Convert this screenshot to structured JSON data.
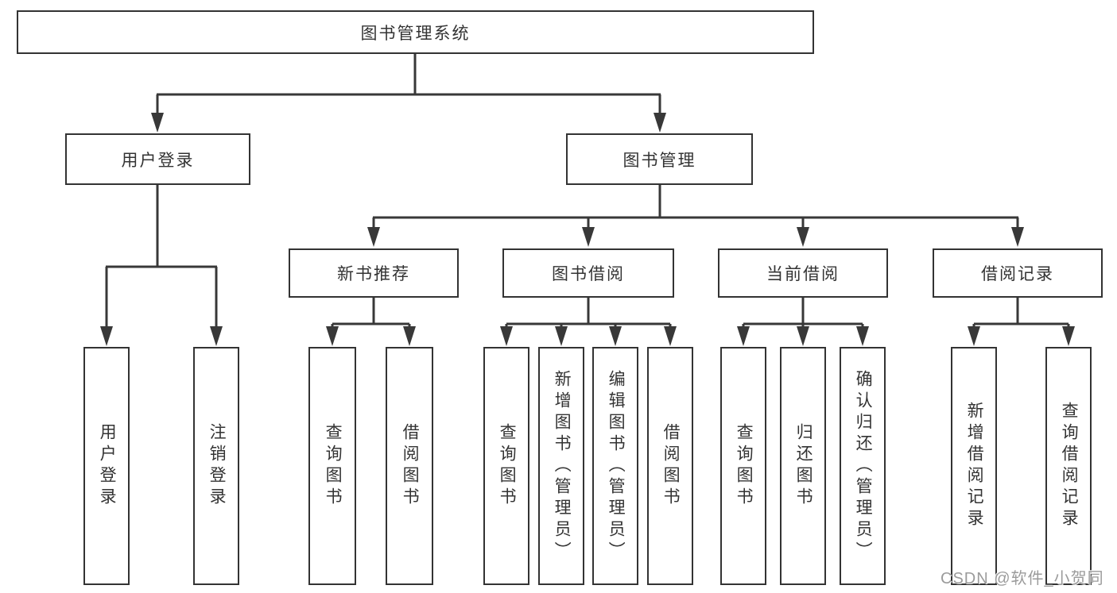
{
  "tree": {
    "label": "图书管理系统",
    "children": [
      {
        "label": "用户登录",
        "children": [
          {
            "label": "用户登录"
          },
          {
            "label": "注销登录"
          }
        ]
      },
      {
        "label": "图书管理",
        "children": [
          {
            "label": "新书推荐",
            "children": [
              {
                "label": "查询图书"
              },
              {
                "label": "借阅图书"
              }
            ]
          },
          {
            "label": "图书借阅",
            "children": [
              {
                "label": "查询图书"
              },
              {
                "label": "新增图书（管理员）"
              },
              {
                "label": "编辑图书（管理员）"
              },
              {
                "label": "借阅图书"
              }
            ]
          },
          {
            "label": "当前借阅",
            "children": [
              {
                "label": "查询图书"
              },
              {
                "label": "归还图书"
              },
              {
                "label": "确认归还（管理员）"
              }
            ]
          },
          {
            "label": "借阅记录",
            "children": [
              {
                "label": "新增借阅记录"
              },
              {
                "label": "查询借阅记录"
              }
            ]
          }
        ]
      }
    ]
  },
  "watermark": {
    "text": "CSDN @软件_小贺同学"
  },
  "colors": {
    "line": "#383838",
    "box_border": "#333333",
    "text": "#333333",
    "background": "#ffffff",
    "watermark": "#9b9b9b"
  }
}
